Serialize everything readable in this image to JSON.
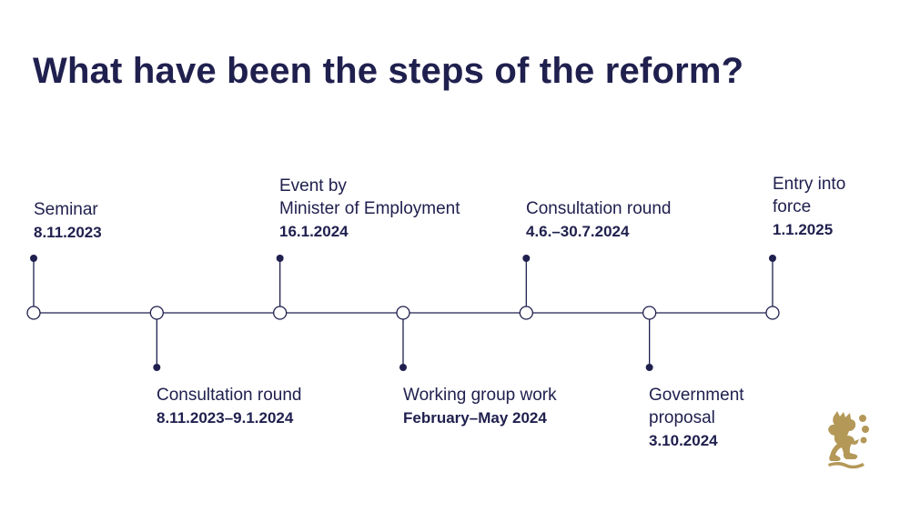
{
  "title": "What have been the steps of the reform?",
  "colors": {
    "navy": "#20204f",
    "gold": "#b49858",
    "background": "#ffffff"
  },
  "events": [
    {
      "label": "Seminar",
      "date": "8.11.2023",
      "side": "above"
    },
    {
      "label": "Consultation round",
      "date": "8.11.2023–9.1.2024",
      "side": "below"
    },
    {
      "label": "Event by\nMinister of Employment",
      "date": "16.1.2024",
      "side": "above"
    },
    {
      "label": "Working group work",
      "date": "February–May 2024",
      "side": "below"
    },
    {
      "label": "Consultation round",
      "date": "4.6.–30.7.2024",
      "side": "above"
    },
    {
      "label": "Government\nproposal",
      "date": "3.10.2024",
      "side": "below"
    },
    {
      "label": "Entry into\nforce",
      "date": "1.1.2025",
      "side": "above"
    }
  ],
  "logo": {
    "icon": "finnish-lion-crest-icon"
  }
}
